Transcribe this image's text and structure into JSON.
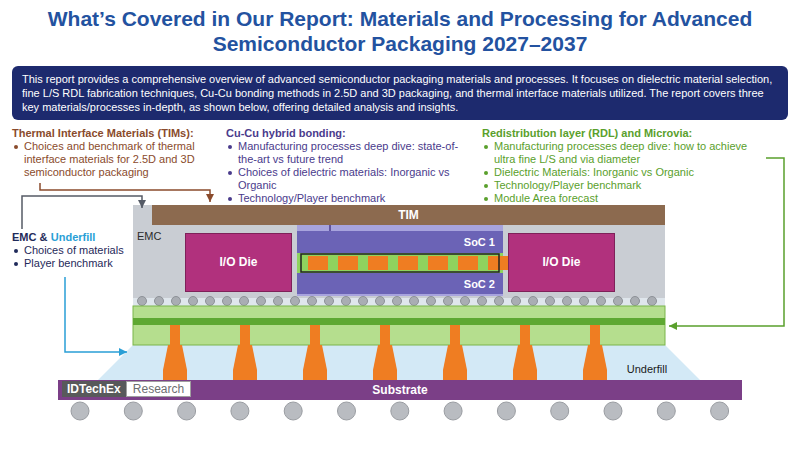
{
  "diagram": {
    "title": "What’s Covered in Our Report: Materials and Processing for Advanced Semiconductor Packaging 2027–2037",
    "nodes": [
      {
        "text": [
          "This report provides a comprehensive overview of advanced semiconductor packaging materials and processes. It focuses on dielectric material selection, fine L/S RDL fabrication techniques, Cu-Cu bonding methods in 2.5D and 3D packaging, and thermal interface materials utilized. The report covers three key materials/processes in-depth, as shown below, offering detailed analysis and insights."
        ]
      },
      {
        "text": [
          "TIM"
        ]
      },
      {
        "text": [
          "EMC"
        ]
      },
      {
        "text": [
          "I/O Die"
        ],
        "in": 2
      },
      {
        "text": [
          "SoC 1"
        ],
        "in": 2
      },
      {
        "text": [
          "SoC 2"
        ],
        "in": 2
      },
      {
        "text": [
          "I/O Die"
        ],
        "in": 2
      },
      {
        "text": [
          "Underfill"
        ]
      },
      {
        "text": [
          "Substrate"
        ]
      }
    ],
    "labels": [
      "Thermal Interface Materials (TIMs):",
      "Choices and benchmark of thermal interface materials for 2.5D and 3D semiconductor packaging",
      "Cu-Cu hybrid bonding:",
      "Manufacturing processes deep dive: state-of-the-art vs future trend",
      "Choices of dielectric materials: Inorganic vs Organic",
      "Technology/Player benchmark",
      "Redistribution layer (RDL) and Microvia:",
      "Manufacturing processes deep dive: how to achieve ultra fine L/S and via diameter",
      "Dielectric Materials: Inorganic vs Organic",
      "Technology/Player benchmark",
      "Module Area forecast",
      "EMC &",
      "Underfill",
      "Choices of materials",
      "Player benchmark",
      "IDTechEx",
      "Research"
    ]
  }
}
